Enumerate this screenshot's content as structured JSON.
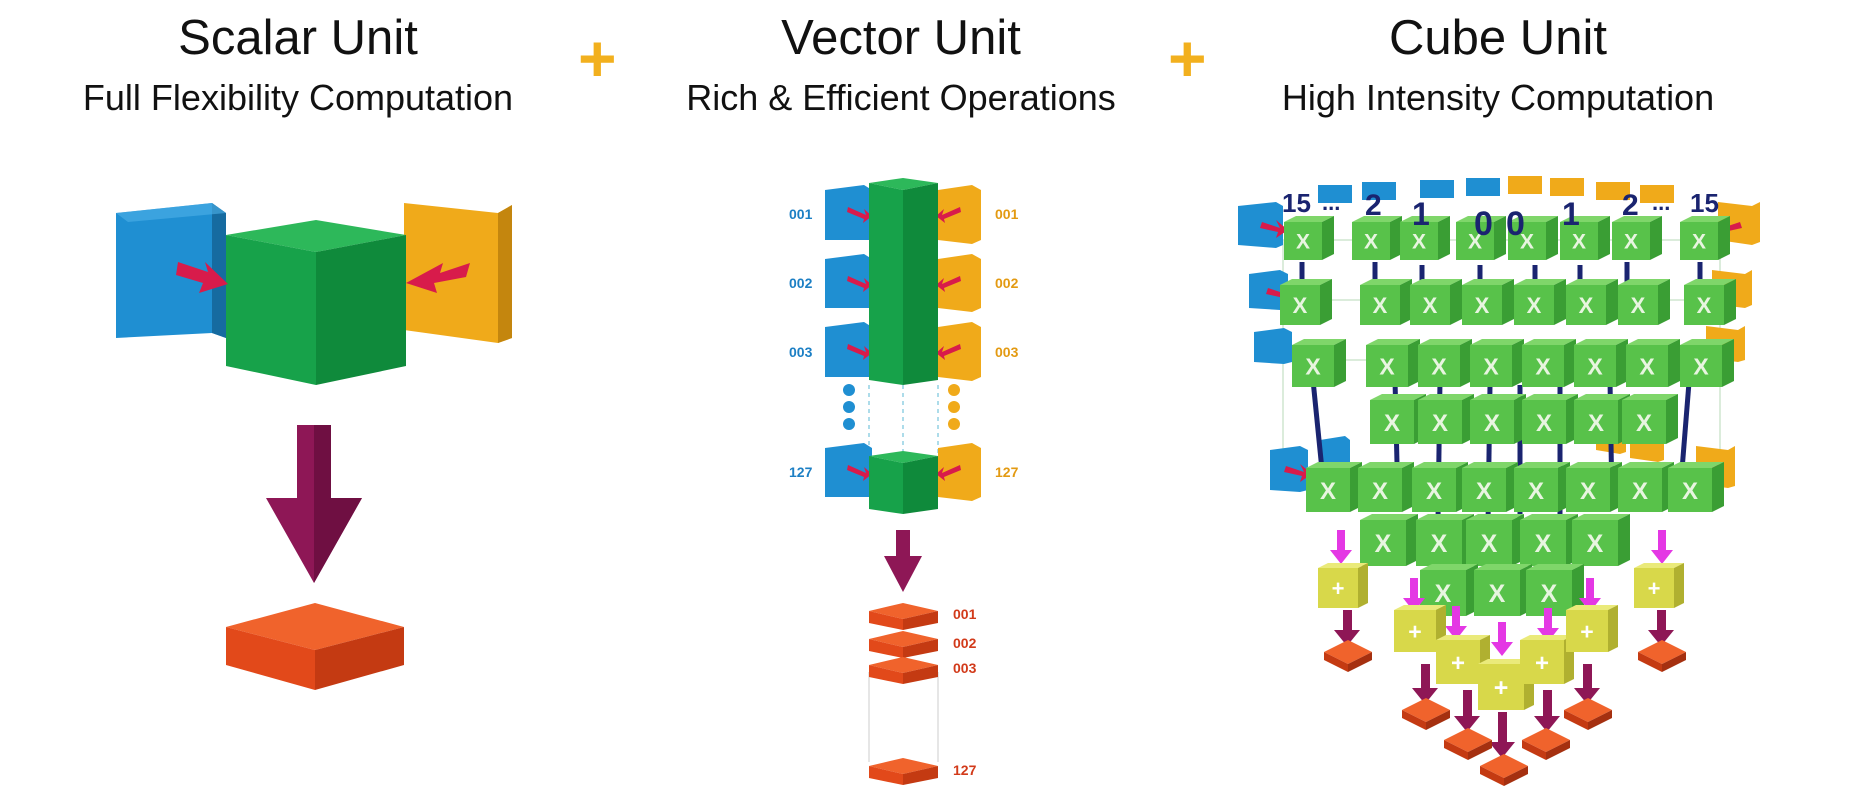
{
  "sections": [
    {
      "title": "Scalar Unit",
      "subtitle": "Full Flexibility Computation"
    },
    {
      "title": "Vector Unit",
      "subtitle": "Rich & Efficient Operations"
    },
    {
      "title": "Cube Unit",
      "subtitle": "High Intensity Computation"
    }
  ],
  "operators": [
    "+",
    "+"
  ],
  "vector_unit": {
    "input_labels": [
      "001",
      "002",
      "003",
      "127"
    ],
    "output_labels": [
      "001",
      "002",
      "003",
      "127"
    ]
  },
  "cube_unit": {
    "index_labels": [
      "15",
      "...",
      "2",
      "1",
      "0",
      "0",
      "1",
      "2",
      "...",
      "15"
    ],
    "multiply_symbol": "X",
    "add_symbol": "+"
  },
  "colors": {
    "blue": "#1f8fd2",
    "green": "#1aa14a",
    "orange": "#f0aa1a",
    "red_output": "#e8521c",
    "arrow_purple": "#8e1756",
    "arrow_red": "#d81b4b",
    "label_blue": "#1c7fc4",
    "label_orange": "#e39a12",
    "label_red": "#d23a1a",
    "cube_green": "#58c24a",
    "adder_yellow": "#d8d84a",
    "magenta": "#e438e4",
    "navy": "#1a2470",
    "plus_gold": "#f2b01e"
  }
}
